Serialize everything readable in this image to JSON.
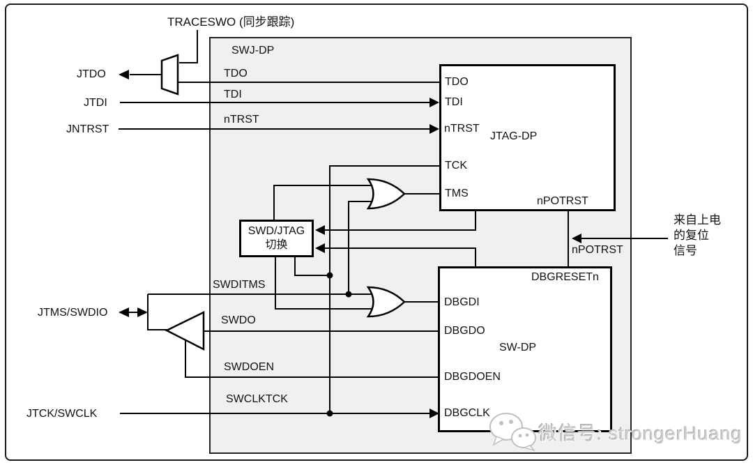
{
  "diagram": {
    "traceswo": "TRACESWO (同步跟踪)",
    "external": {
      "jtdo": "JTDO",
      "jtdi": "JTDI",
      "jntrst": "JNTRST",
      "jtms_swdio": "JTMS/SWDIO",
      "jtck_swclk": "JTCK/SWCLK",
      "npotrst": "nPOTRST",
      "reset_note_line1": "来自上电",
      "reset_note_line2": "的复位",
      "reset_note_line3": "信号"
    },
    "swj_dp": {
      "label": "SWJ-DP",
      "signals": {
        "tdo": "TDO",
        "tdi": "TDI",
        "ntrst": "nTRST",
        "swditms": "SWDITMS",
        "swdo": "SWDO",
        "swdoen": "SWDOEN",
        "swclktck": "SWCLKTCK"
      },
      "switch_box": {
        "line1": "SWD/JTAG",
        "line2": "切换"
      }
    },
    "jtag_dp": {
      "label": "JTAG-DP",
      "ports": {
        "tdo": "TDO",
        "tdi": "TDI",
        "ntrst": "nTRST",
        "tck": "TCK",
        "tms": "TMS",
        "npotrst": "nPOTRST"
      }
    },
    "sw_dp": {
      "label": "SW-DP",
      "ports": {
        "dbgresetn": "DBGRESETn",
        "dbgdi": "DBGDI",
        "dbgdo": "DBGDO",
        "dbgdoen": "DBGDOEN",
        "dbgclk": "DBGCLK"
      }
    },
    "watermark": "微信号: strongerHuang",
    "colors": {
      "line": "#000000",
      "swj_dp_fill": "#f0f0f0",
      "block_fill": "#ffffff",
      "watermark_gray": "#cfcfcf"
    }
  }
}
